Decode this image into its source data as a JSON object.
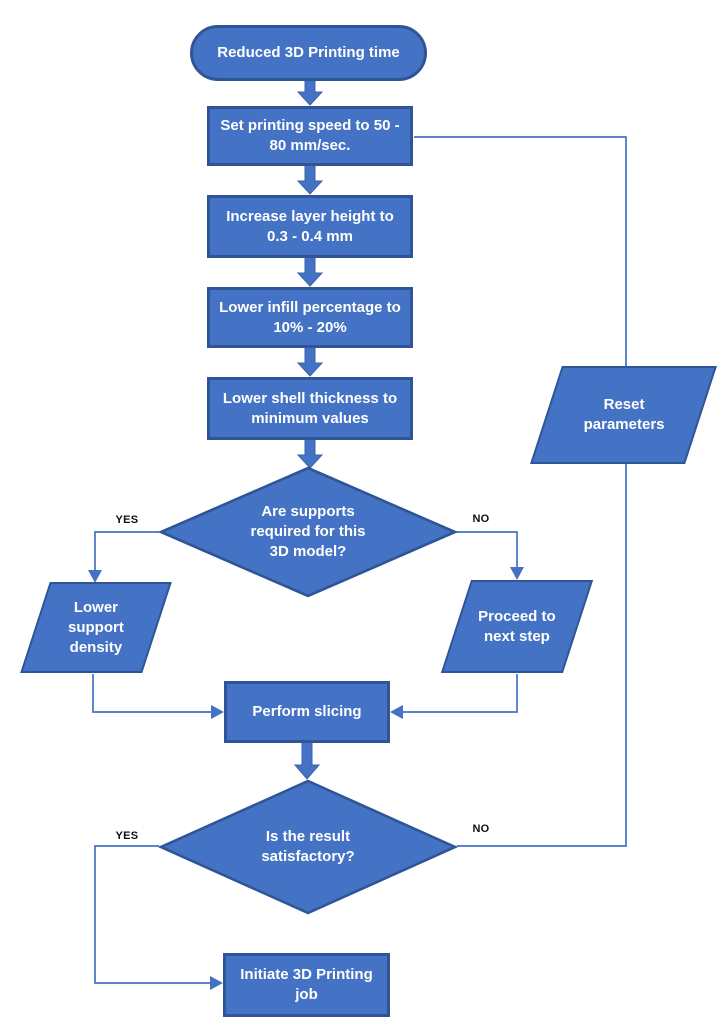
{
  "diagram": {
    "type": "flowchart",
    "nodes": {
      "start": {
        "type": "terminator",
        "label": "Reduced 3D Printing time"
      },
      "set_speed": {
        "type": "process",
        "label": "Set printing speed to 50 - 80 mm/sec."
      },
      "layer_height": {
        "type": "process",
        "label": "Increase layer height to 0.3 - 0.4 mm"
      },
      "infill": {
        "type": "process",
        "label": "Lower infill percentage to 10% - 20%"
      },
      "shell": {
        "type": "process",
        "label": "Lower shell thickness to minimum values"
      },
      "supports_decision": {
        "type": "decision",
        "label": "Are supports required for this 3D model?"
      },
      "lower_support_density": {
        "type": "data",
        "label": "Lower support density"
      },
      "proceed_next_step": {
        "type": "data",
        "label": "Proceed to next step"
      },
      "reset_parameters": {
        "type": "data",
        "label": "Reset parameters"
      },
      "perform_slicing": {
        "type": "process",
        "label": "Perform slicing"
      },
      "result_decision": {
        "type": "decision",
        "label": "Is the result satisfactory?"
      },
      "initiate_job": {
        "type": "process",
        "label": "Initiate 3D Printing job"
      }
    },
    "edge_labels": {
      "yes": "YES",
      "no": "NO"
    },
    "colors": {
      "shape_fill": "#4472C4",
      "shape_border": "#2F5597",
      "connector": "#4472C4",
      "node_text": "#FFFFFF",
      "edge_label_text": "#111111",
      "background": "#FFFFFF"
    }
  }
}
